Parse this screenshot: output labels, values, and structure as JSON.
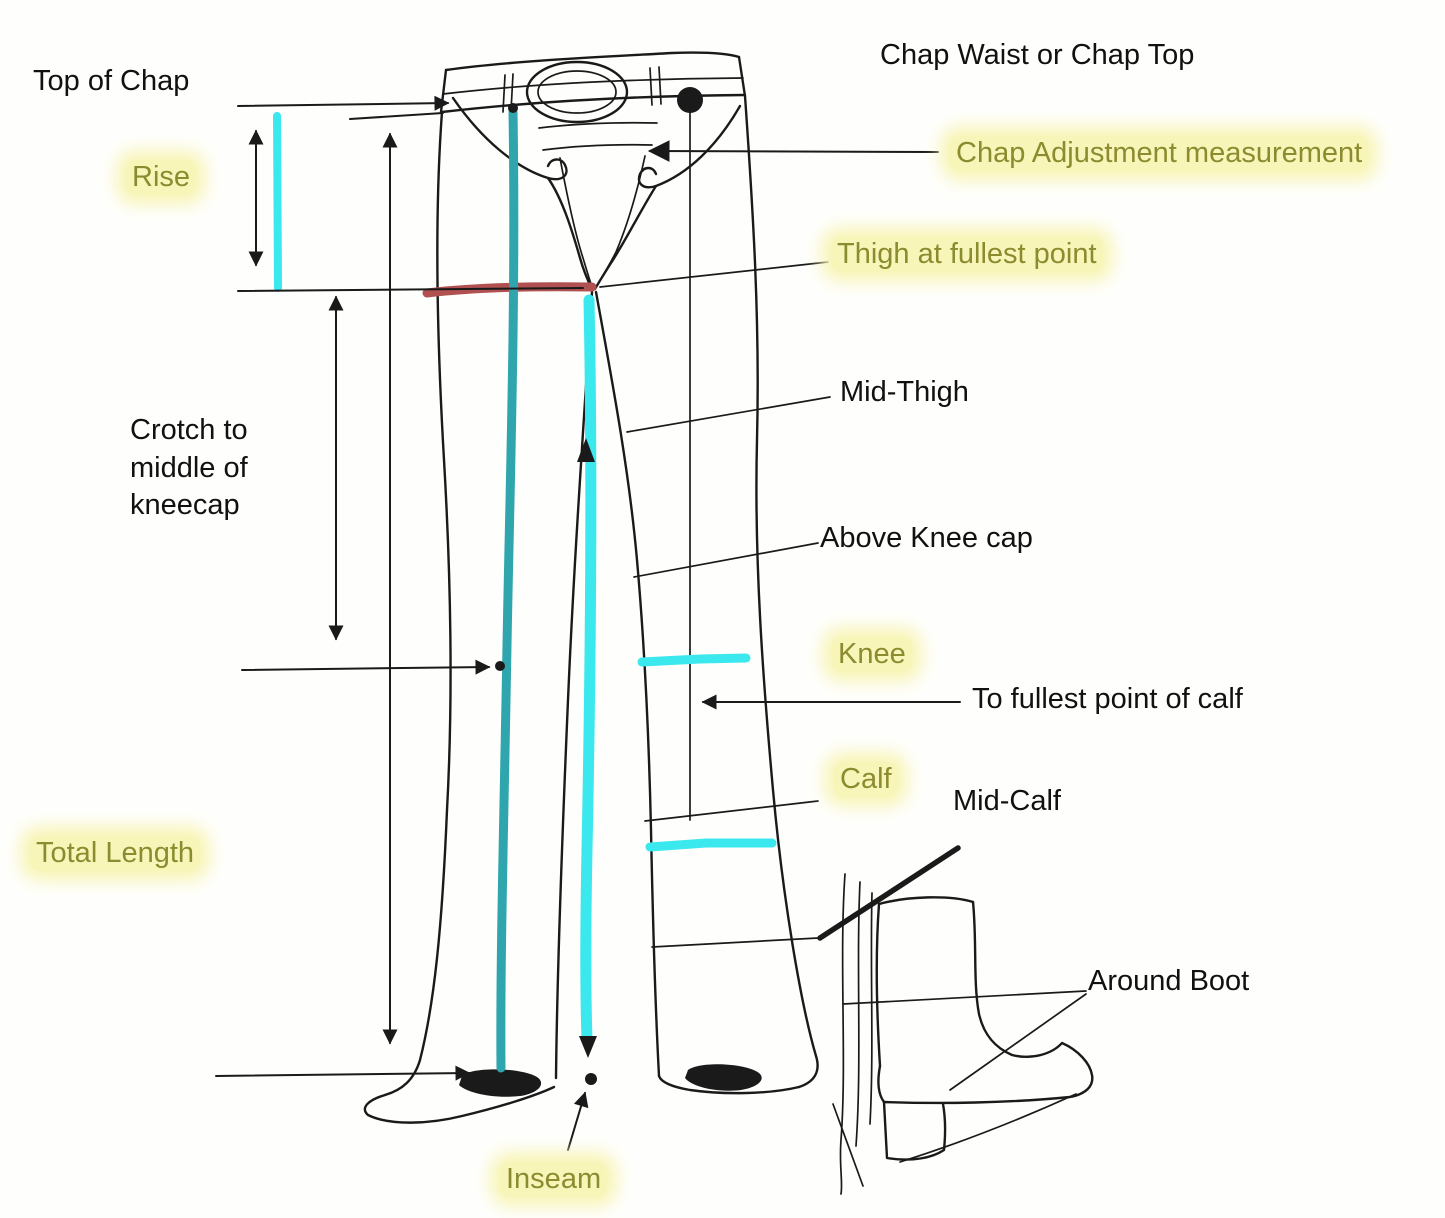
{
  "labels": {
    "top_of_chap": "Top of Chap",
    "chap_waist": "Chap Waist or Chap Top",
    "rise": "Rise",
    "chap_adjustment": "Chap Adjustment measurement",
    "thigh_fullest": "Thigh at fullest point",
    "mid_thigh": "Mid-Thigh",
    "crotch_to_kneecap": "Crotch to middle of kneecap",
    "above_knee": "Above Knee cap",
    "knee": "Knee",
    "to_fullest_calf": "To fullest point of calf",
    "calf": "Calf",
    "mid_calf": "Mid-Calf",
    "total_length": "Total Length",
    "around_boot": "Around Boot",
    "inseam": "Inseam"
  },
  "colors": {
    "ink": "#1a1a1a",
    "cyan": "#3ae8ee",
    "teal": "#2fa6ad",
    "dark_red": "#b05050",
    "olive_text": "#8b8b2f",
    "highlight_bg": "#f8f5b8"
  }
}
